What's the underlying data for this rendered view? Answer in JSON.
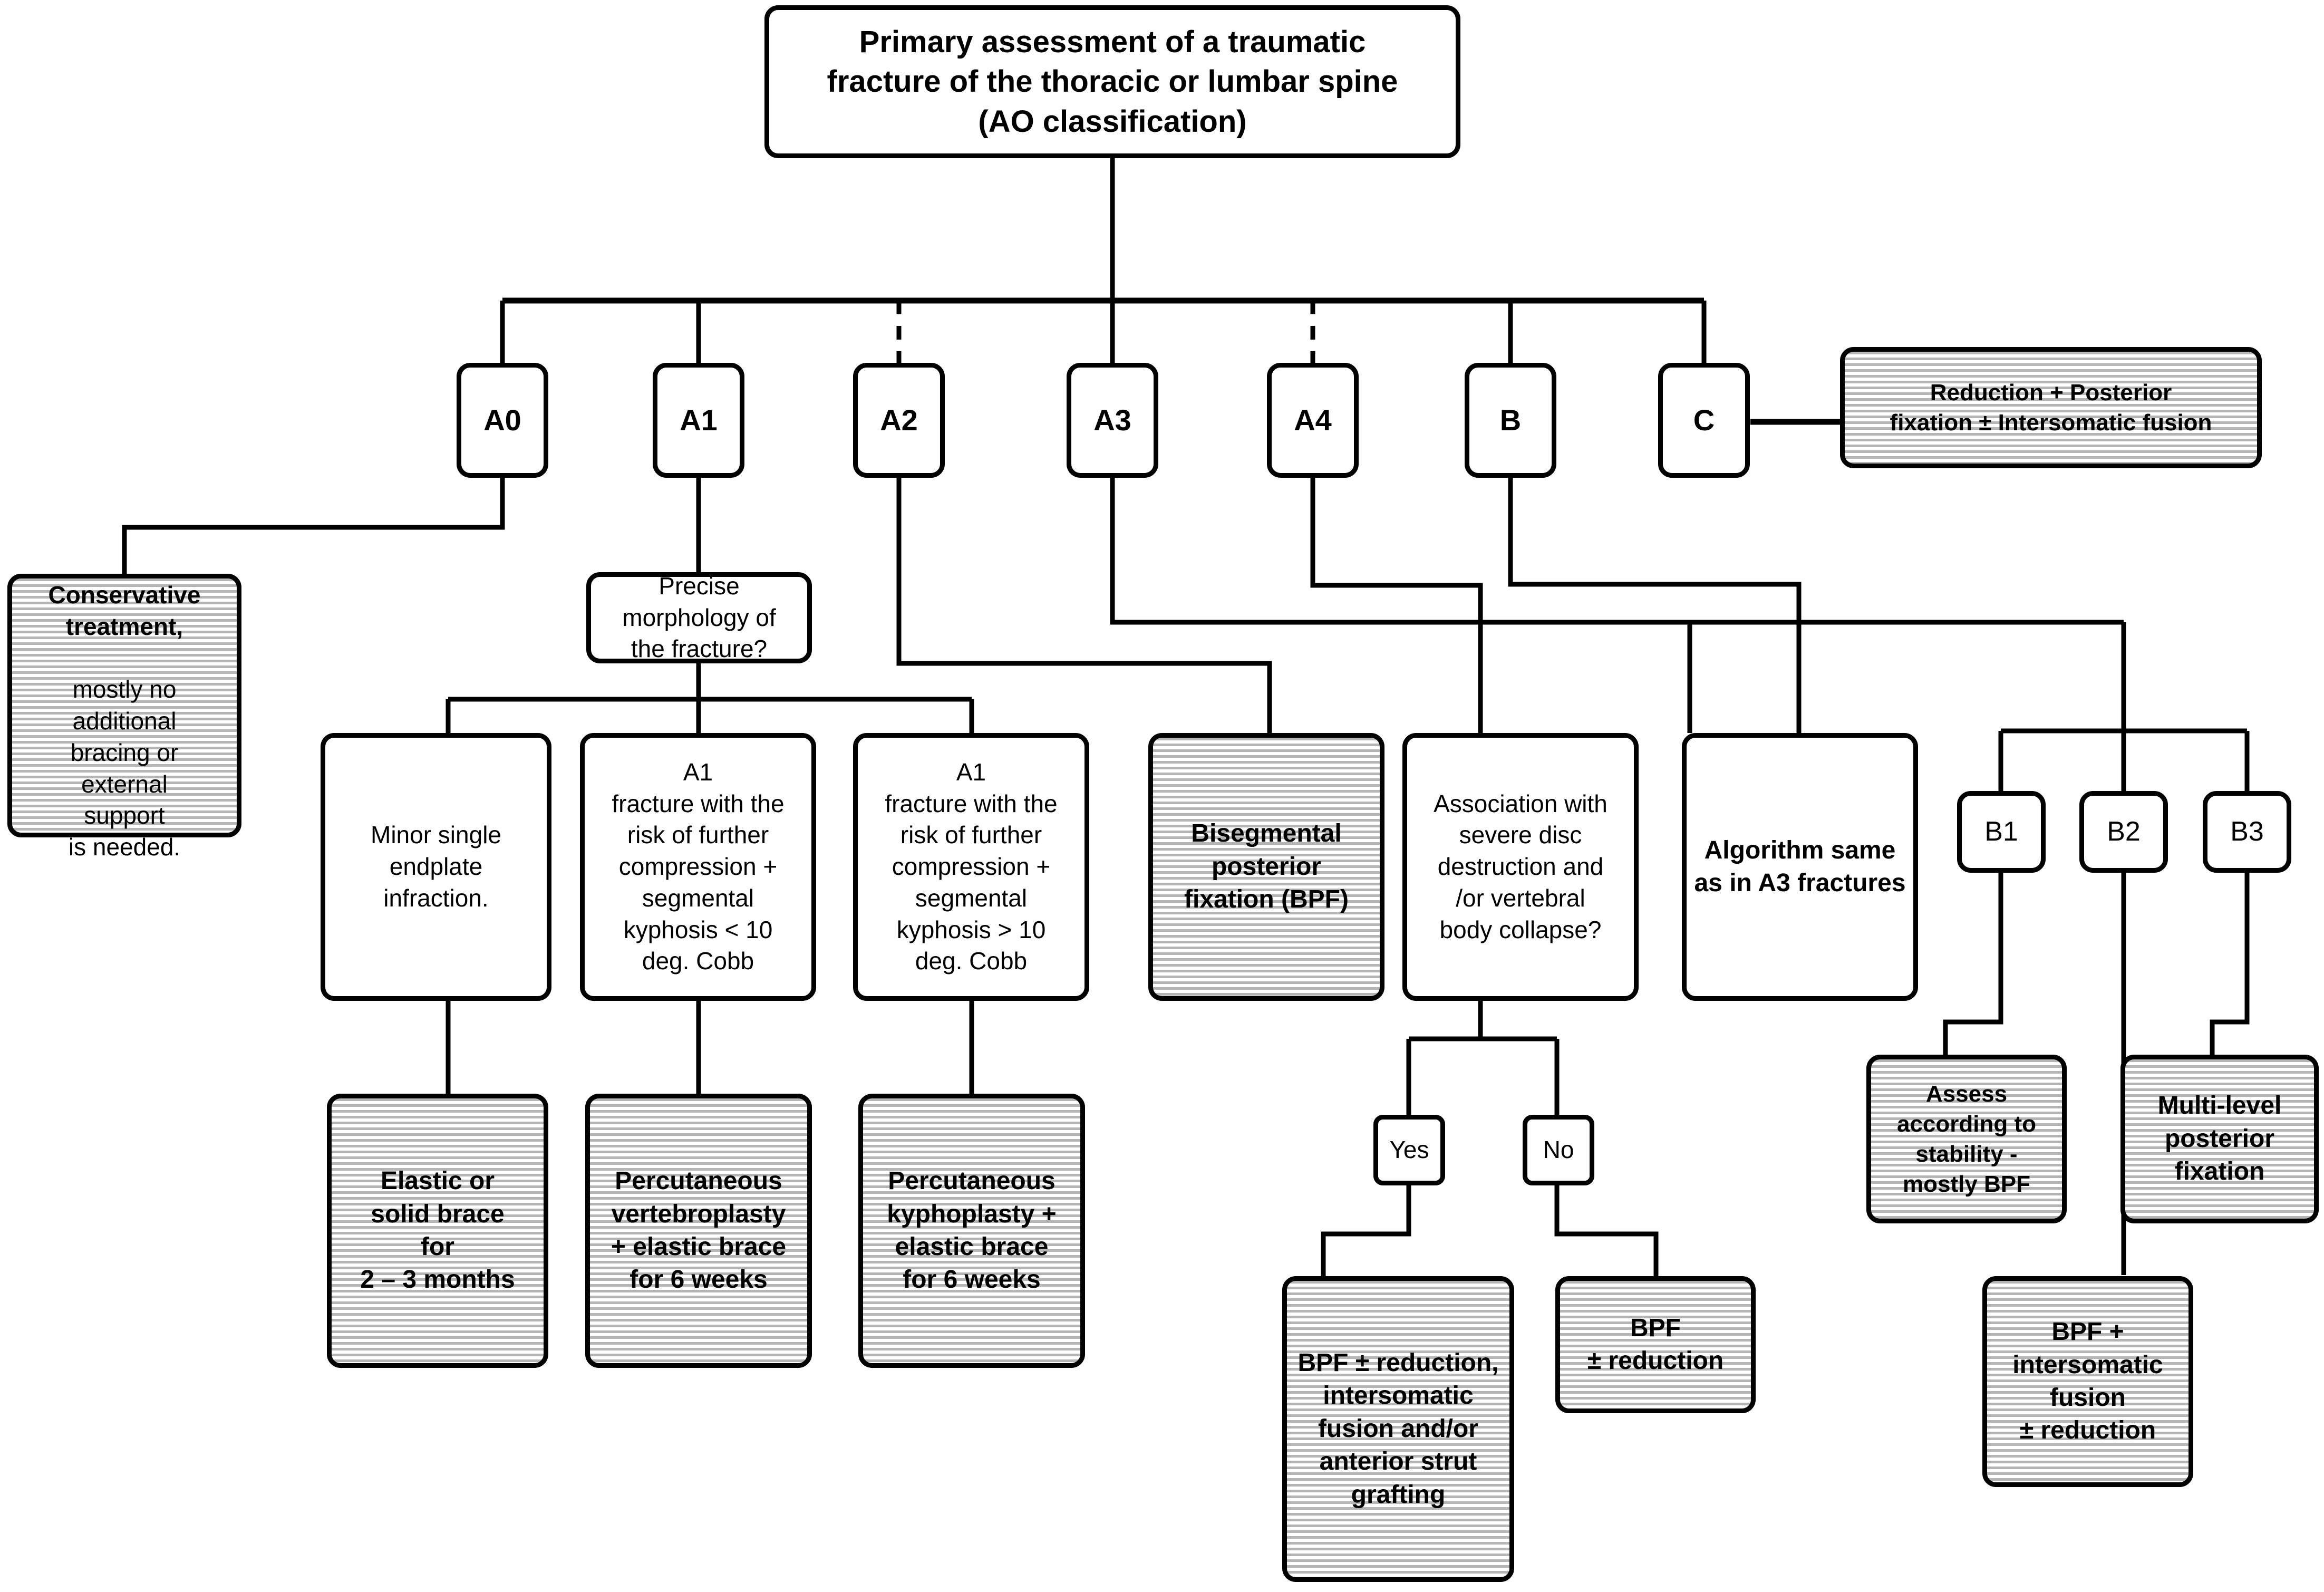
{
  "diagram": {
    "title": "Primary assessment of a traumatic fracture of the thoracic or lumbar spine (AO classification)",
    "colors": {
      "ink": "#000000",
      "paper": "#ffffff",
      "shading": "#b5b5b5"
    }
  },
  "root": {
    "label": "Primary assessment of a traumatic\nfracture of the thoracic or lumbar spine\n(AO classification)"
  },
  "classification": {
    "items": [
      {
        "id": "A0",
        "label": "A0"
      },
      {
        "id": "A1",
        "label": "A1"
      },
      {
        "id": "A2",
        "label": "A2"
      },
      {
        "id": "A3",
        "label": "A3"
      },
      {
        "id": "A4",
        "label": "A4"
      },
      {
        "id": "B",
        "label": "B"
      },
      {
        "id": "C",
        "label": "C"
      }
    ]
  },
  "subtypes_b": {
    "items": [
      {
        "id": "B1",
        "label": "B1"
      },
      {
        "id": "B2",
        "label": "B2"
      },
      {
        "id": "B3",
        "label": "B3"
      }
    ]
  },
  "decisions": {
    "a1_morphology": "Precise\nmorphology of\nthe fracture?",
    "a4_association": "Association with\nsevere disc\ndestruction and\n/or vertebral\nbody collapse?",
    "yes": "Yes",
    "no": "No"
  },
  "branches": {
    "minor_endplate": "Minor single\nendplate\ninfraction.",
    "a1_low_kyphosis": "A1\nfracture with the\nrisk of further\ncompression +\nsegmental\nkyphosis < 10\ndeg. Cobb",
    "a1_high_kyphosis": "A1\nfracture with the\nrisk of further\ncompression +\nsegmental\nkyphosis > 10\ndeg. Cobb",
    "b_algorithm_same": "Algorithm same\nas in A3 fractures"
  },
  "treatments": {
    "conservative_bold": "Conservative\ntreatment,",
    "conservative_rest": "mostly no\nadditional\nbracing or\nexternal\nsupport\nis needed.",
    "elastic_brace": "Elastic or\nsolid brace\nfor\n2 – 3 months",
    "vertebroplasty": "Percutaneous\nvertebroplasty\n+  elastic brace\nfor 6 weeks",
    "kyphoplasty": "Percutaneous\nkyphoplasty +\nelastic brace\nfor 6 weeks",
    "bisegmental_bpf": "Bisegmental\nposterior\nfixation (BPF)",
    "bpf_reduction_fusion": "BPF ± reduction,\nintersomatic\nfusion and/or\nanterior strut\ngrafting",
    "bpf_reduction": "BPF\n± reduction",
    "reduction_posterior": "Reduction + Posterior\nfixation ± Intersomatic fusion",
    "assess_stability": "Assess\naccording to\nstability -\nmostly BPF",
    "multilevel_fixation": "Multi-level\nposterior\nfixation",
    "bpf_intersomatic": "BPF +\nintersomatic\nfusion\n± reduction"
  }
}
